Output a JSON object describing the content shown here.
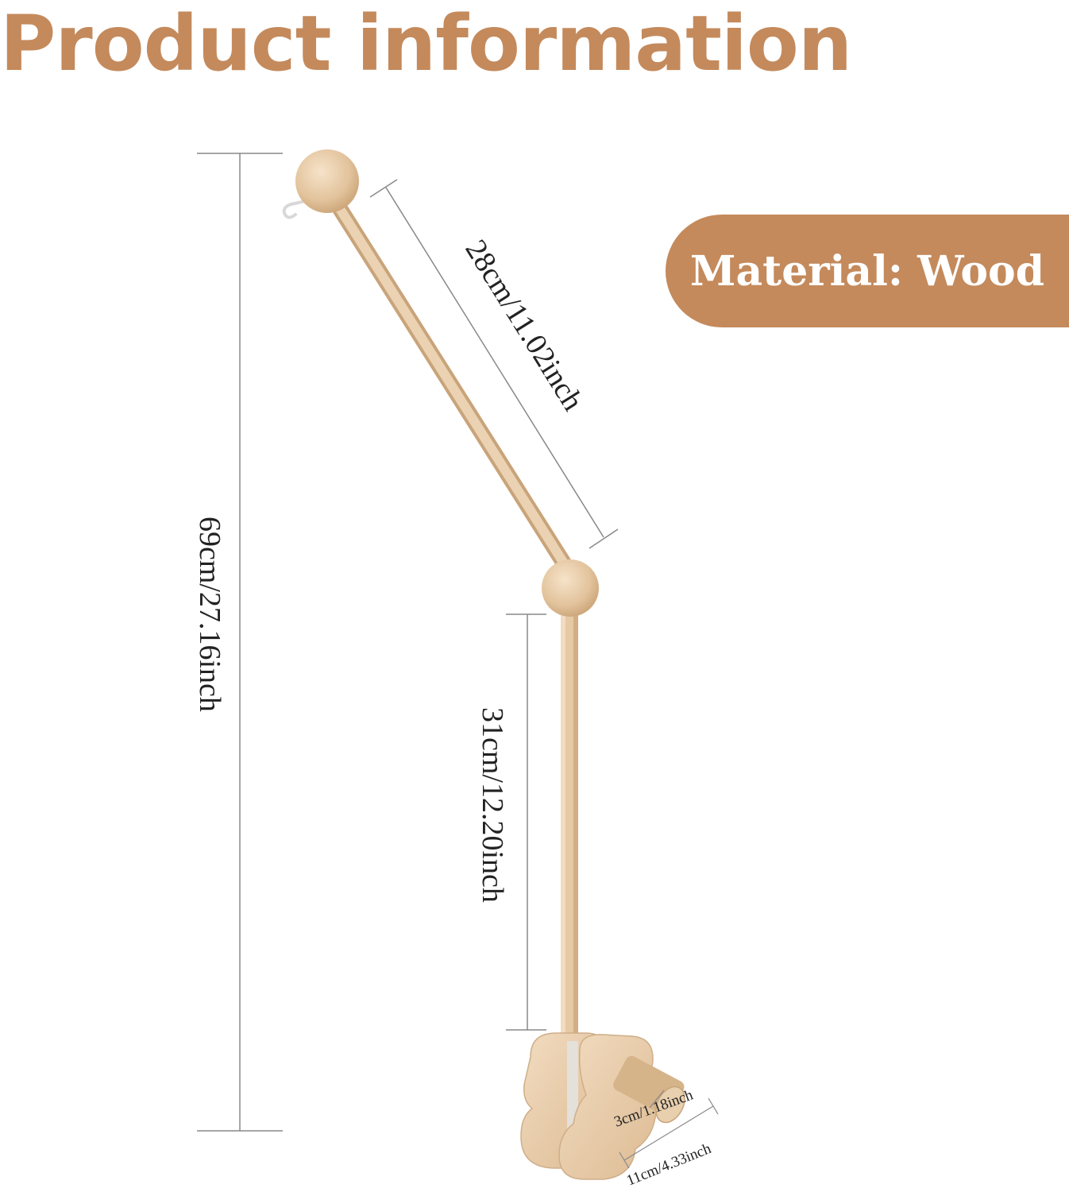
{
  "header": {
    "title": "Product information"
  },
  "badge": {
    "label": "Material: Wood"
  },
  "dimensions": {
    "total_height": "69cm/27.16inch",
    "upper_arm": "28cm/11.02inch",
    "lower_arm": "31cm/12.20inch",
    "clamp_height": "3cm/1.18inch",
    "clamp_width": "11cm/4.33inch"
  },
  "colors": {
    "accent": "#C48A5C",
    "wood": "#E9CFAE",
    "text": "#222222"
  }
}
